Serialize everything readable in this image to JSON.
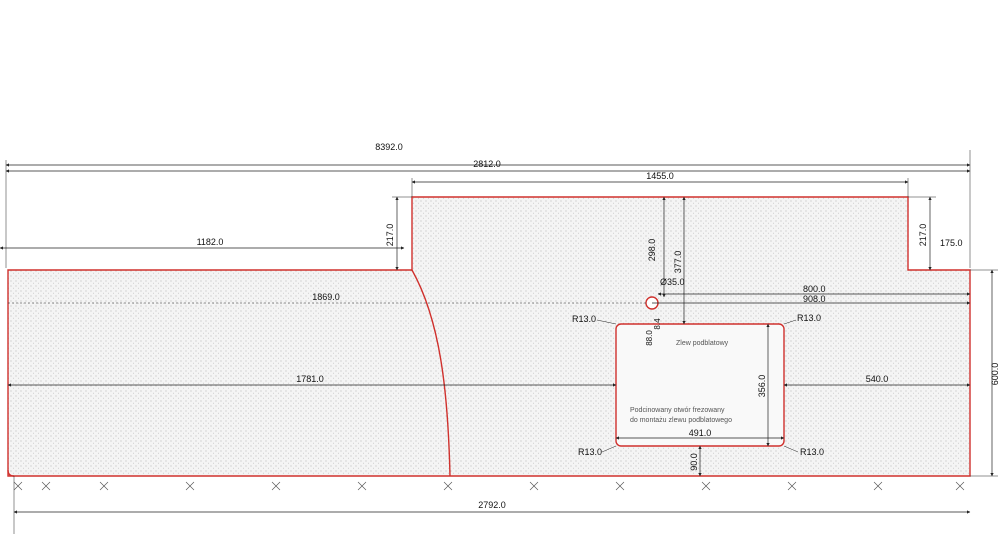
{
  "dimensions": {
    "total_length": "8392.0",
    "right_section": "2812.0",
    "raised_top": "1455.0",
    "left_depth_step": "217.0",
    "right_depth_step": "217.0",
    "right_step_width": "175.0",
    "left_run": "1182.0",
    "depth_298": "298.0",
    "depth_377": "377.0",
    "hole_diameter": "Ø35.0",
    "run_1869": "1869.0",
    "offset_800": "800.0",
    "offset_908": "908.0",
    "radius_tl": "R13.0",
    "radius_tr": "R13.0",
    "radius_bl": "R13.0",
    "radius_br": "R13.0",
    "cutout_gap_88": "88.0",
    "cutout_gap_84": "8.4",
    "cutout_height": "356.0",
    "run_1781": "1781.0",
    "edge_540": "540.0",
    "cutout_width": "491.0",
    "bottom_90": "90.0",
    "overall_depth": "600.0",
    "bottom_total": "2792.0"
  },
  "notes": {
    "sink_label": "Zlew podblatowy",
    "cutout_note_line1": "Podcinowany otwór frezowany",
    "cutout_note_line2": "do montażu zlewu podblatowego"
  }
}
